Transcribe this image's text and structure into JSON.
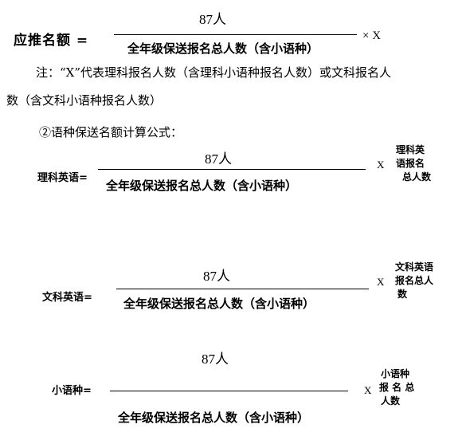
{
  "formula1": {
    "lhs": "应推名额 =",
    "numerator": "87人",
    "denominator": "全年级保送报名总人数（含小语种）",
    "multiplier": "× X"
  },
  "note": {
    "line1": "注：“X”代表理科报名人数（含理科小语种报名人数）或文科报名人",
    "line2": "数（含文科小语种报名人数）"
  },
  "section2": {
    "heading": "②语种保送名额计算公式："
  },
  "formula_science": {
    "lhs": "理科英语=",
    "numerator": "87人",
    "denominator": "全年级保送报名总人数（含小语种）",
    "multiplier": "X",
    "rhs_line1": "理科英",
    "rhs_line2": "语报名",
    "rhs_line3": "总人数"
  },
  "formula_arts": {
    "lhs": "文科英语=",
    "numerator": "87人",
    "denominator": "全年级保送报名总人数（含小语种）",
    "multiplier": "X",
    "rhs_line1": "文科英语",
    "rhs_line2": "报名总人",
    "rhs_line3": "数"
  },
  "formula_minor": {
    "lhs": "小语种=",
    "numerator": "87人",
    "denominator": "全年级保送报名总人数（含小语种）",
    "multiplier": "X",
    "rhs_line1": "小语种",
    "rhs_line2": "报 名 总",
    "rhs_line3": "人数"
  }
}
